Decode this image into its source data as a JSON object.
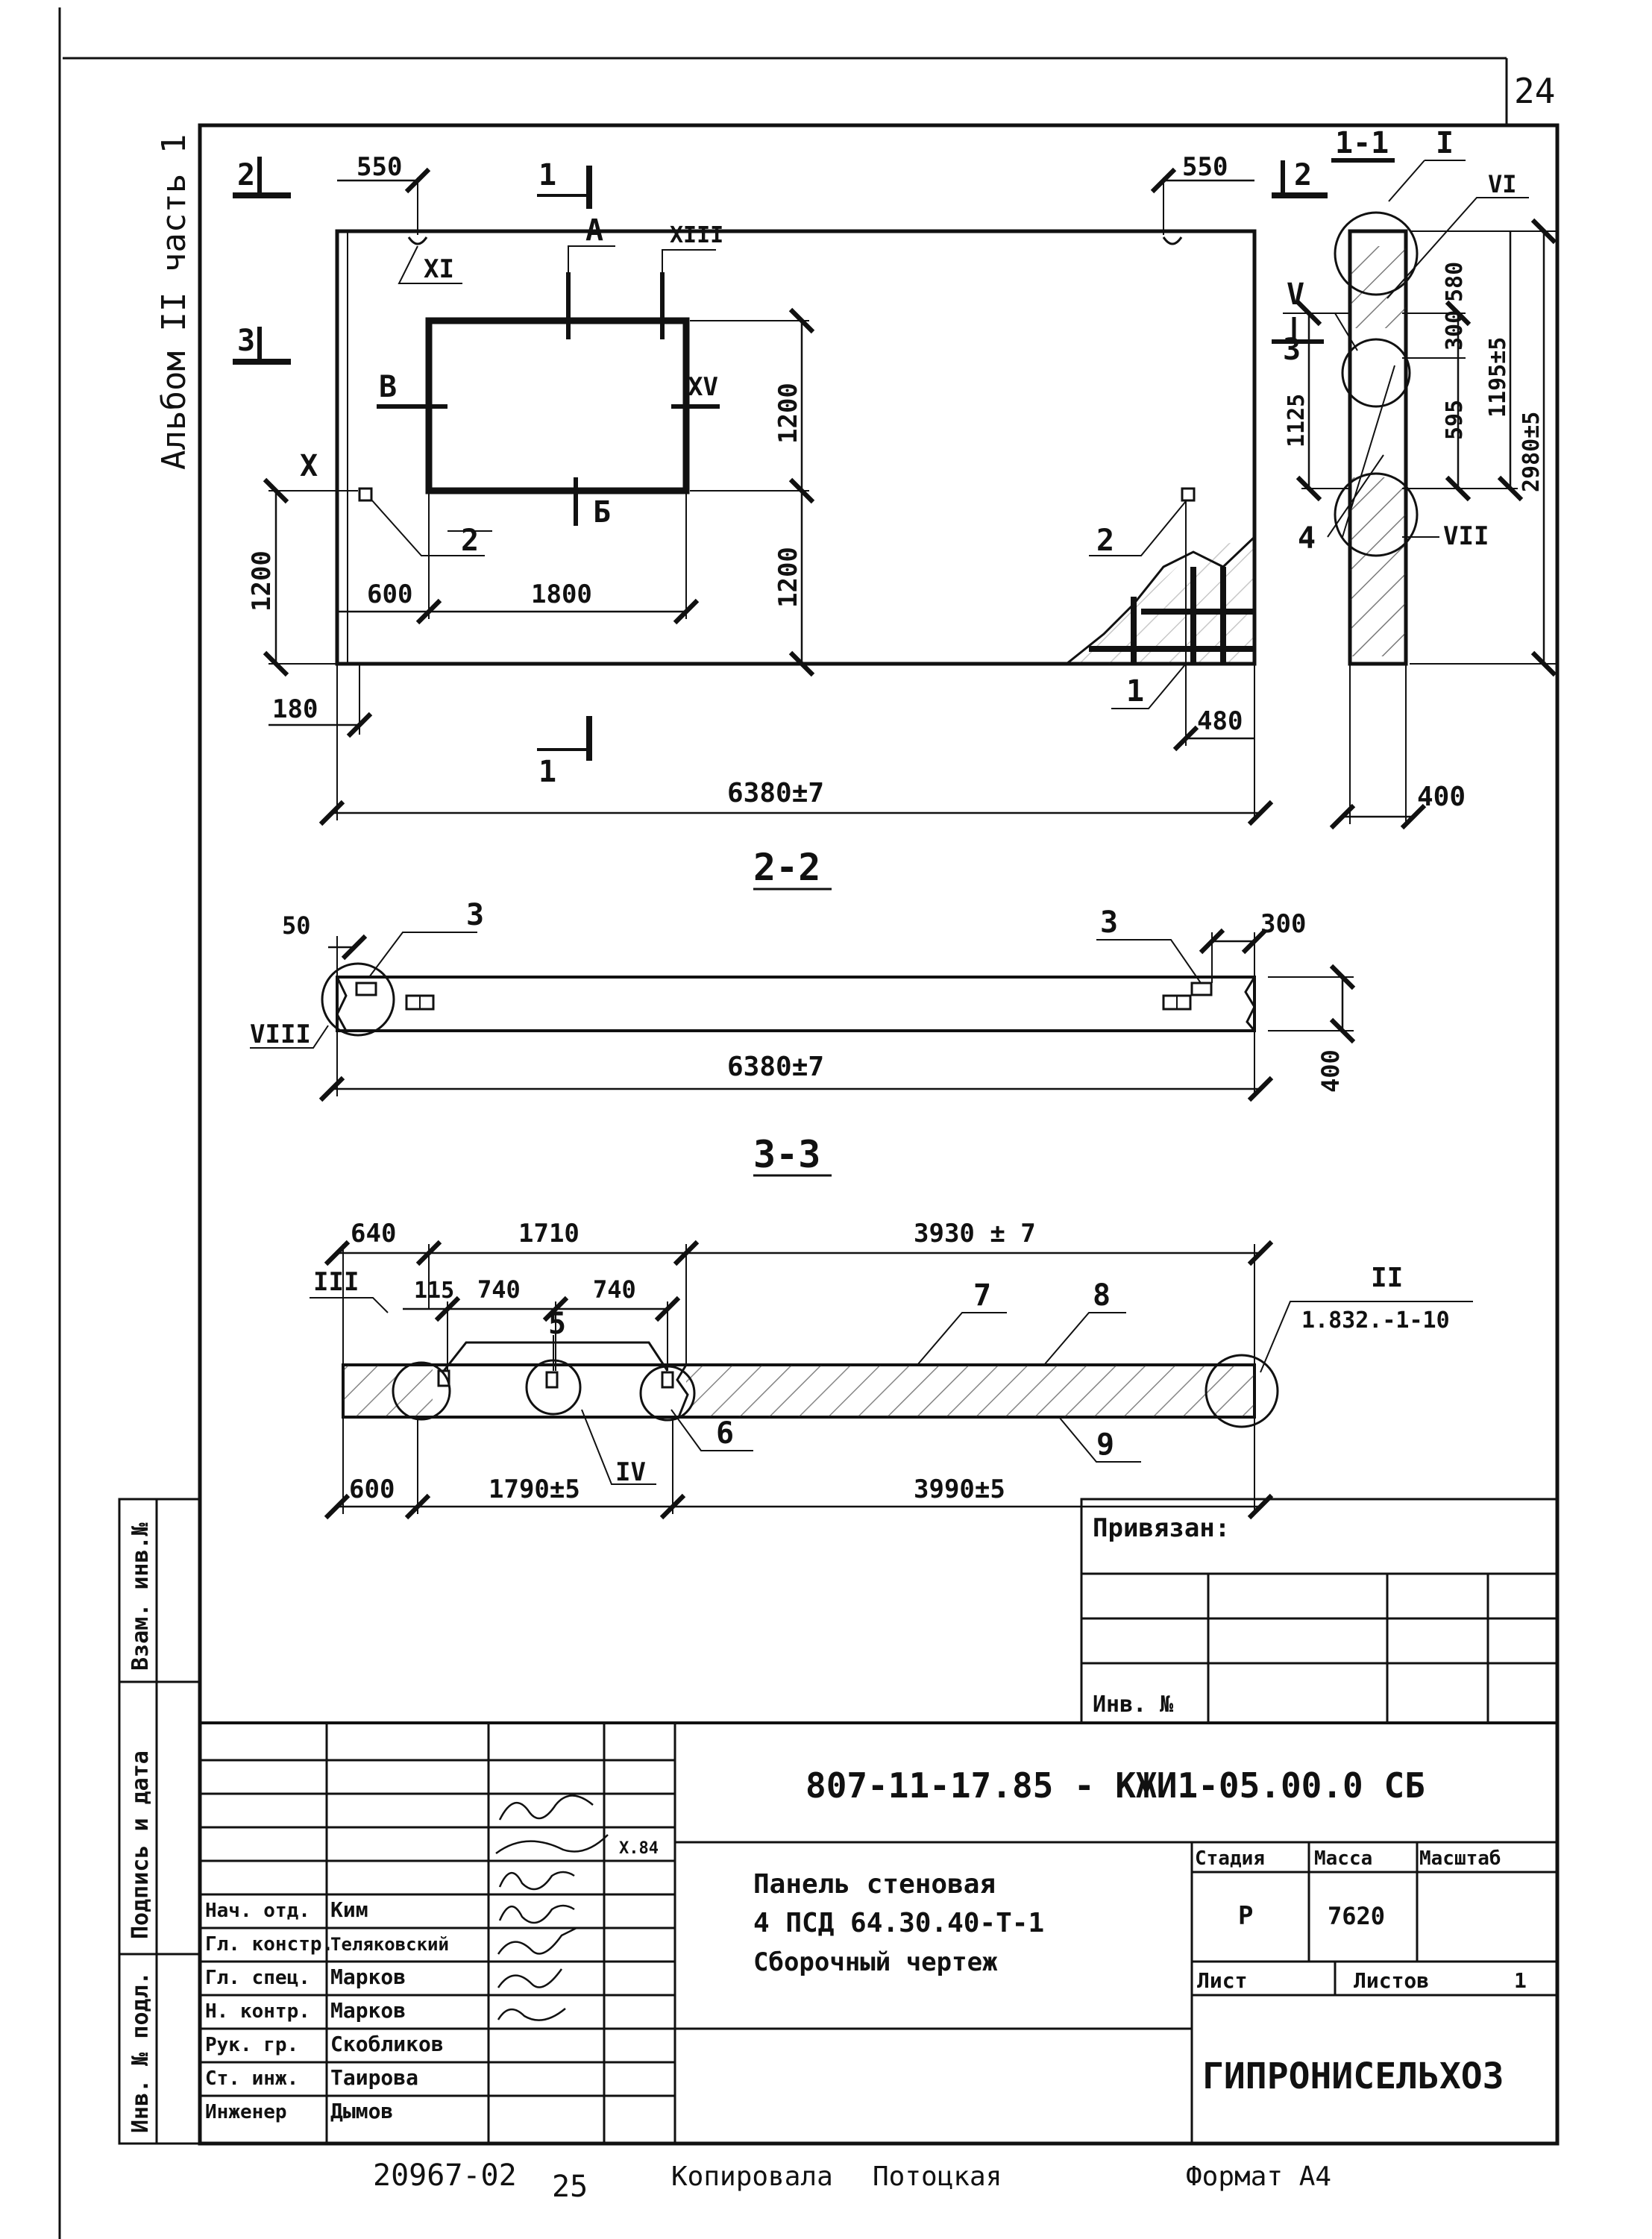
{
  "sheet": {
    "number": "24",
    "album": "Альбом II часть 1",
    "copied_by": "Копировала",
    "copier_name": "Потоцкая",
    "format": "Формат А4",
    "archive_number": "20967-02",
    "archive_suffix": "25"
  },
  "elevation": {
    "section_2": "2",
    "section_1": "1",
    "section_3": "3",
    "dims": {
      "top_left": "550",
      "top_right": "550",
      "window_height": "1200",
      "lower_height": "1200",
      "left_height": "1200",
      "left_offset": "600",
      "window_width": "1800",
      "bottom_left": "180",
      "bottom_right": "480",
      "overall": "6380±7"
    },
    "labels": {
      "A": "А",
      "B_left": "В",
      "B_bottom": "Б",
      "XI": "XI",
      "XIII": "XIII",
      "XV": "XV",
      "X": "X",
      "pos1": "1",
      "pos2_left": "2",
      "pos2_right": "2"
    }
  },
  "section_1_1": {
    "title": "1-1",
    "roman_I": "I",
    "roman_VI": "VI",
    "roman_V": "V",
    "roman_VII": "VII",
    "pos4": "4",
    "section_3": "3",
    "dims": {
      "d580": "580",
      "d300": "300",
      "d595": "595",
      "d1195": "1195±5",
      "d2980": "2980±5",
      "d1125": "1125",
      "d400": "400"
    }
  },
  "section_2_2": {
    "title": "2-2",
    "pos3_left": "3",
    "pos3_right": "3",
    "roman_VIII": "VIII",
    "dims": {
      "d50": "50",
      "d300": "300",
      "d400": "400",
      "overall": "6380±7"
    }
  },
  "section_3_3": {
    "title": "3-3",
    "roman_III": "III",
    "roman_IV": "IV",
    "roman_II": "II",
    "ref": "1.832.-1-10",
    "pos5": "5",
    "pos6": "6",
    "pos7": "7",
    "pos8": "8",
    "pos9": "9",
    "dims": {
      "d640": "640",
      "d1710": "1710",
      "d3930": "3930 ± 7",
      "d115": "115",
      "d740a": "740",
      "d740b": "740",
      "d600": "600",
      "d1790": "1790±5",
      "d3990": "3990±5"
    }
  },
  "binding_block": {
    "label": "Привязан:",
    "inv_no": "Инв. №"
  },
  "side_stamp": {
    "col1": "Взам. инв.№",
    "col2": "Подпись и дата",
    "col3": "Инв. № подл."
  },
  "title_block": {
    "code": "807-11-17.85 - КЖИ1-05.00.0 СБ",
    "name_line1": "Панель стеновая",
    "name_line2": "4 ПСД 64.30.40-Т-1",
    "name_line3": "Сборочный чертеж",
    "stage_h": "Стадия",
    "mass_h": "Масса",
    "scale_h": "Масштаб",
    "stage": "Р",
    "mass": "7620",
    "sheet_h": "Лист",
    "sheets_h": "Листов",
    "sheets": "1",
    "org": "ГИПРОНИСЕЛЬХОЗ",
    "sign_date": "X.84",
    "roles": [
      {
        "role": "Нач. отд.",
        "name": "Ким"
      },
      {
        "role": "Гл. констр.",
        "name": "Теляковский"
      },
      {
        "role": "Гл. спец.",
        "name": "Марков"
      },
      {
        "role": "Н. контр.",
        "name": "Марков"
      },
      {
        "role": "Рук. гр.",
        "name": "Скобликов"
      },
      {
        "role": "Ст. инж.",
        "name": "Таирова"
      },
      {
        "role": "Инженер",
        "name": "Дымов"
      }
    ]
  }
}
